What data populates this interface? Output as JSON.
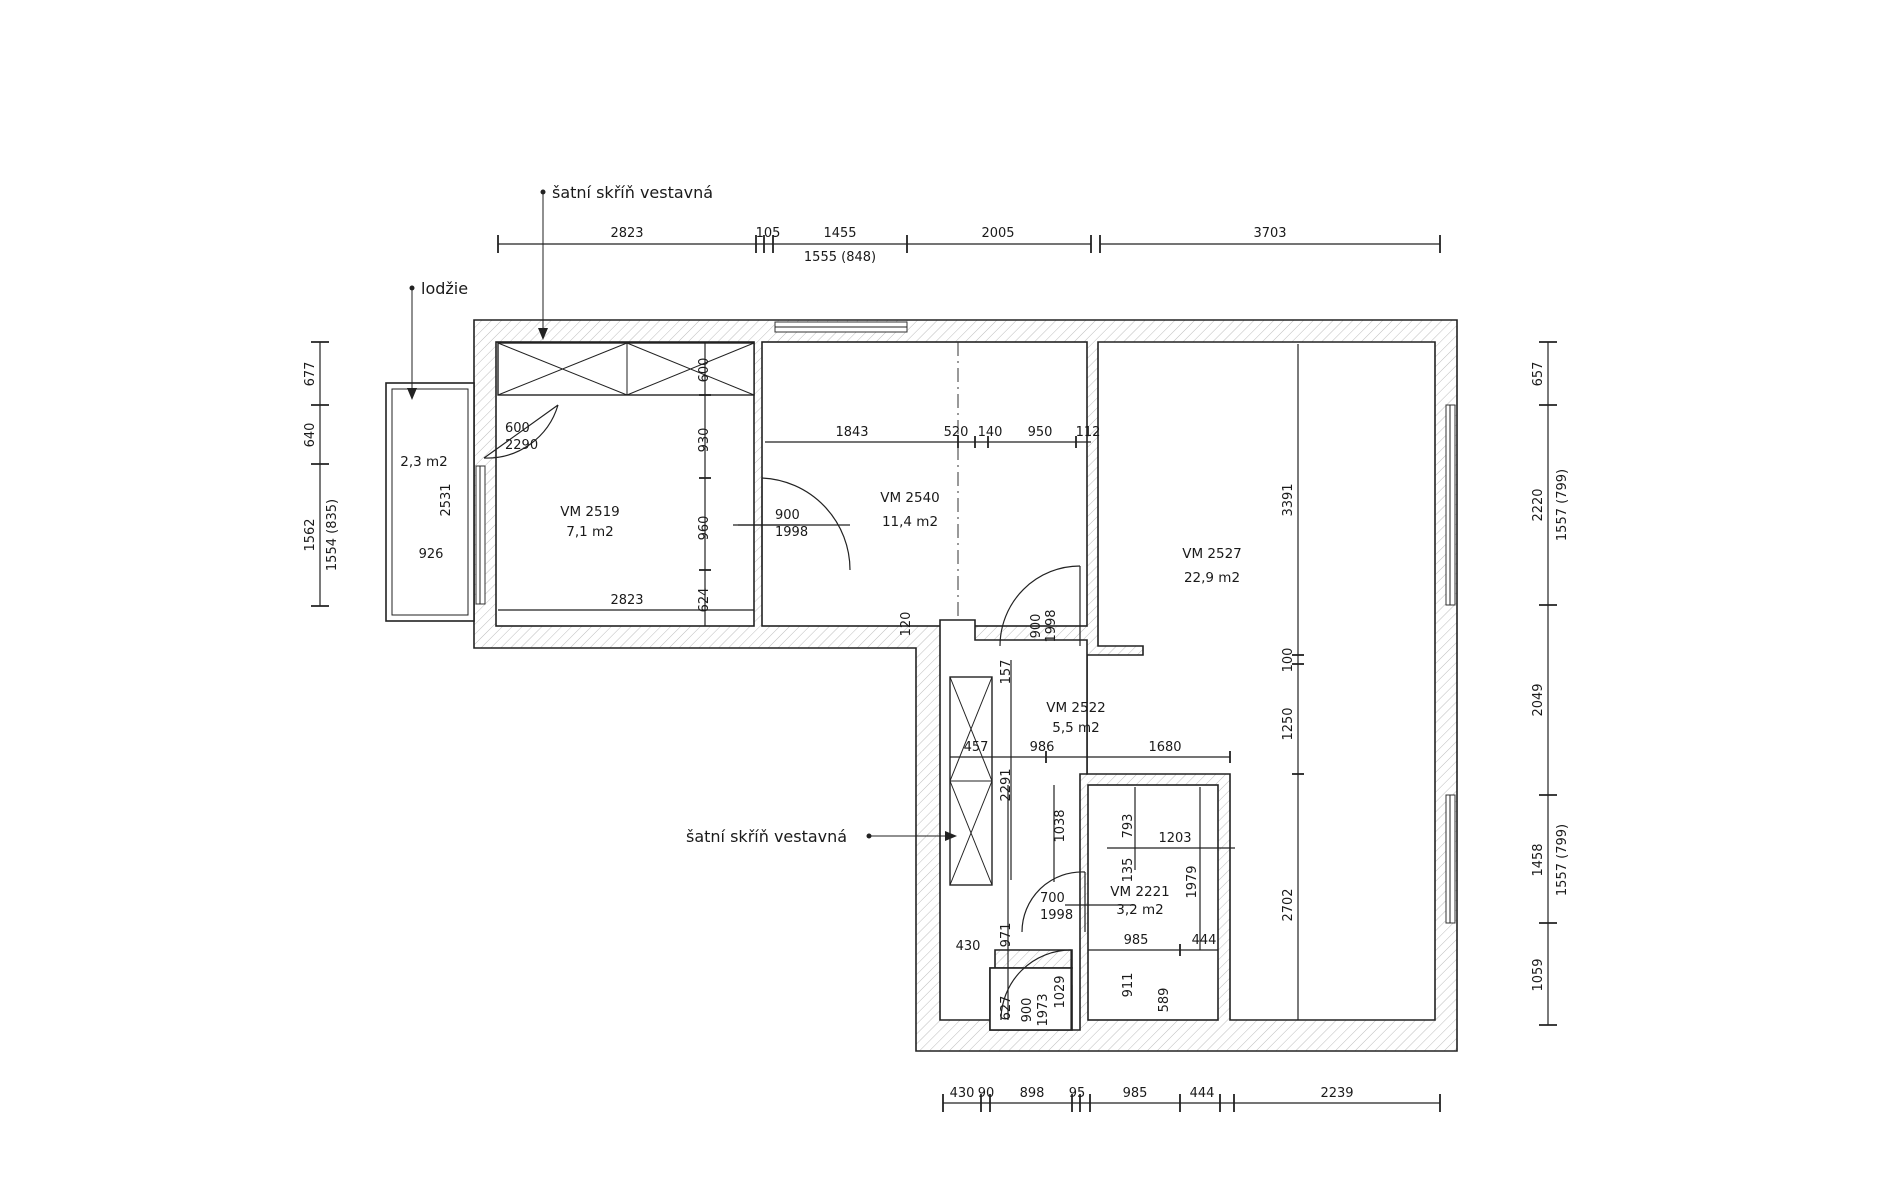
{
  "callouts": {
    "wardrobe_top": "šatní skříň vestavná",
    "loggia": "lodžie",
    "wardrobe_hall": "šatní skříň vestavná"
  },
  "rooms": {
    "r2519": {
      "name": "VM 2519",
      "area": "7,1 m2"
    },
    "r2540": {
      "name": "VM 2540",
      "area": "11,4 m2"
    },
    "r2527": {
      "name": "VM 2527",
      "area": "22,9 m2"
    },
    "r2522": {
      "name": "VM 2522",
      "area": "5,5 m2"
    },
    "r2221": {
      "name": "VM 2221",
      "area": "3,2 m2"
    },
    "loggia_area": "2,3 m2"
  },
  "dims": {
    "top": [
      "2823",
      "105",
      "1455",
      "2005",
      "3703"
    ],
    "top_sub": "1555 (848)",
    "bottom": [
      "430",
      "90",
      "898",
      "95",
      "985",
      "444",
      "2239"
    ],
    "left": [
      "677",
      "640",
      "1562"
    ],
    "left_sub": "1554 (835)",
    "right": [
      "657",
      "2220",
      "2049",
      "1458",
      "1059"
    ],
    "right_sub": [
      "1557 (799)",
      "1557 (799)"
    ],
    "loggia": {
      "height": "2531",
      "width": "926"
    },
    "r2519": {
      "wardrobe_depth": "600",
      "door_w": "600",
      "door_h": "2290",
      "h1": "930",
      "h2": "960",
      "h3": "624",
      "width": "2823"
    },
    "r2540": {
      "w1": "1843",
      "w2": "520",
      "w3": "140",
      "w4": "950",
      "w5": "112",
      "door_w": "900",
      "door_h": "1998",
      "small": "120"
    },
    "r2527": {
      "h1": "3391",
      "h2": "100",
      "h3": "1250",
      "h4": "2702"
    },
    "hall": {
      "door_w": "900",
      "door_h": "1998",
      "h1": "157",
      "w1": "457",
      "w2": "986",
      "w3": "1680",
      "robe_h": "2291",
      "h2": "1038",
      "h3": "971",
      "w4": "430"
    },
    "bath": {
      "h1": "793",
      "w1": "1203",
      "h2": "135",
      "h3": "1979",
      "door_w": "700",
      "door_h": "1998",
      "w2": "985",
      "w3": "444",
      "h4": "911",
      "h5": "589"
    },
    "wc": {
      "h1": "627",
      "door_w": "900",
      "door_h": "1973",
      "h2": "1029"
    }
  }
}
